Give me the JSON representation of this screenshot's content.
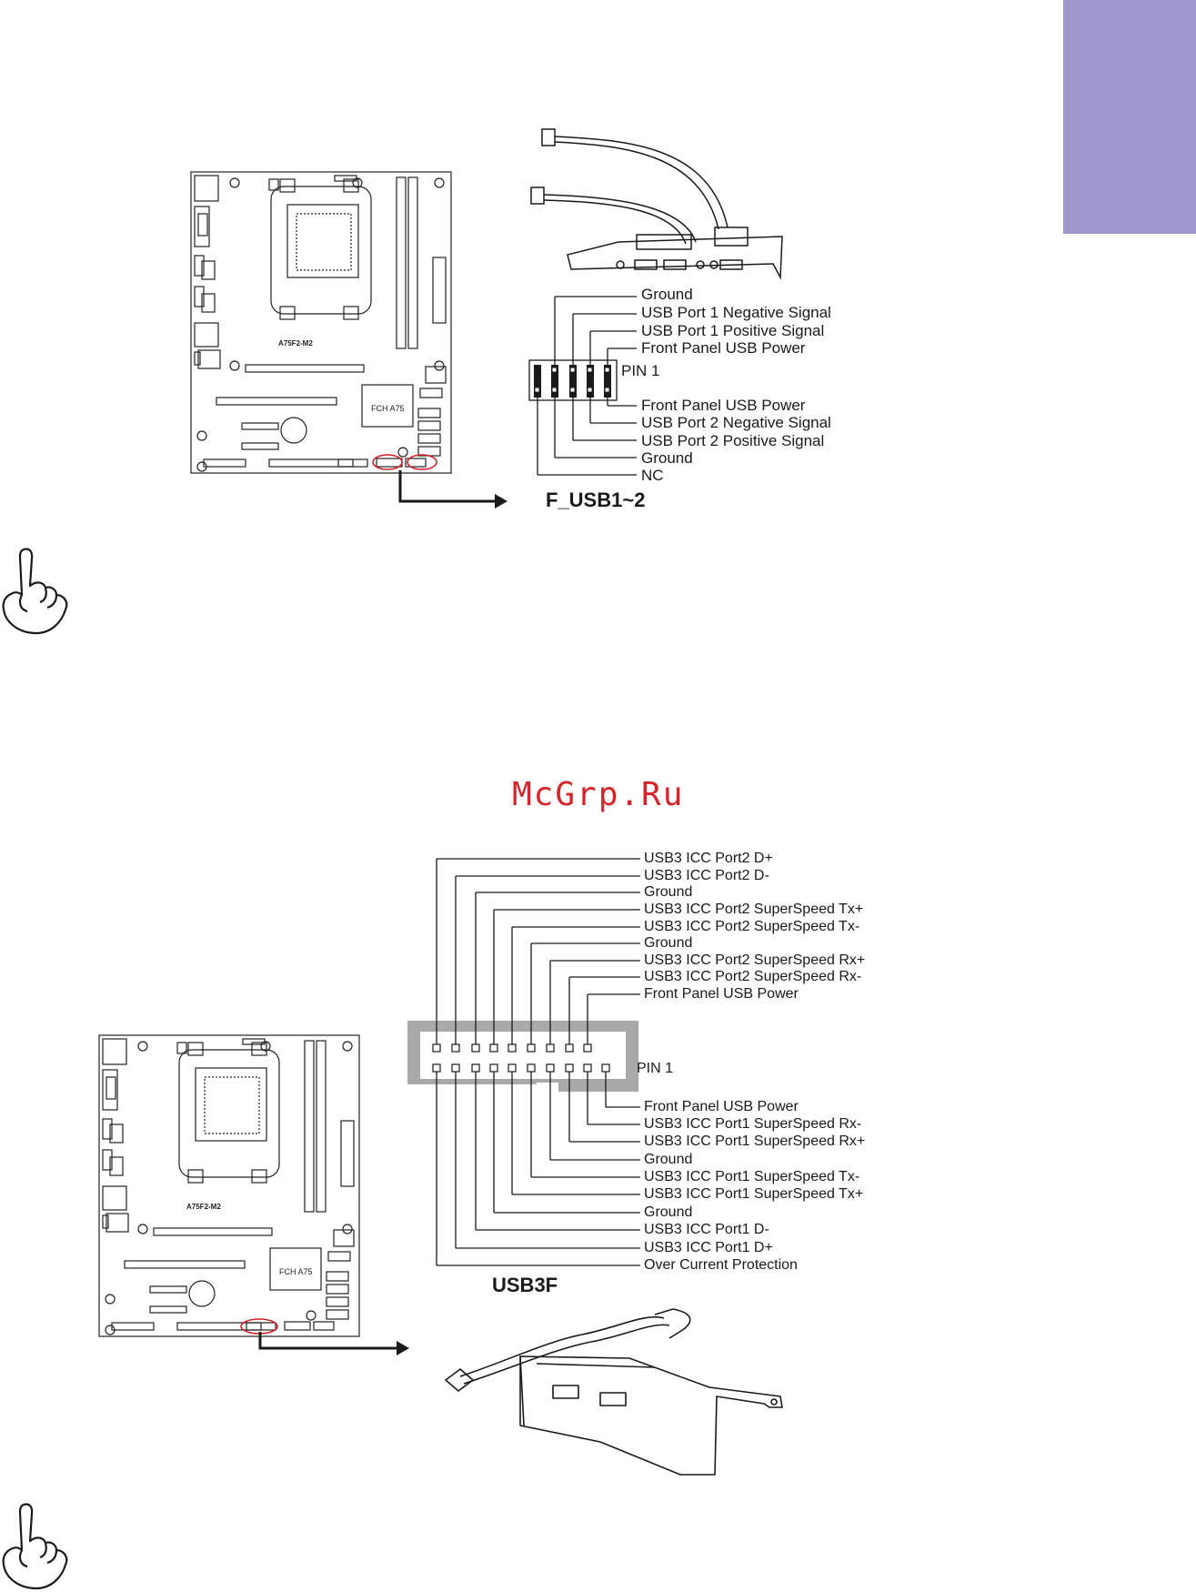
{
  "theme": {
    "tab_color": "#9f97cb",
    "highlight_color": "#d0202a",
    "line_color": "#1a1a1a"
  },
  "watermark": {
    "text": "McGrp.Ru"
  },
  "board_labels": {
    "model": "A75F2-M2",
    "fch": "FCH A75"
  },
  "section1": {
    "title": "F_USB1~2",
    "pin1_label": "PIN 1",
    "top_row": [
      "Ground",
      "USB Port 1 Negative Signal",
      "USB Port 1 Positive Signal",
      "Front Panel USB Power"
    ],
    "bottom_row": [
      "Front Panel USB Power",
      "USB Port 2 Negative Signal",
      "USB Port 2 Positive Signal",
      "Ground",
      "NC"
    ]
  },
  "section2": {
    "title": "USB3F",
    "pin1_label": "PIN 1",
    "top_row": [
      "USB3 ICC Port2 D+",
      "USB3 ICC Port2 D-",
      "Ground",
      "USB3 ICC Port2 SuperSpeed Tx+",
      "USB3 ICC Port2 SuperSpeed Tx-",
      "Ground",
      "USB3 ICC Port2 SuperSpeed Rx+",
      "USB3 ICC Port2 SuperSpeed Rx-",
      "Front Panel USB Power"
    ],
    "bottom_row": [
      "Front Panel USB Power",
      "USB3 ICC Port1 SuperSpeed Rx-",
      "USB3 ICC Port1 SuperSpeed Rx+",
      "Ground",
      "USB3 ICC Port1 SuperSpeed Tx-",
      "USB3 ICC Port1 SuperSpeed Tx+",
      "Ground",
      "USB3 ICC Port1 D-",
      "USB3 ICC Port1 D+",
      "Over Current Protection"
    ]
  }
}
